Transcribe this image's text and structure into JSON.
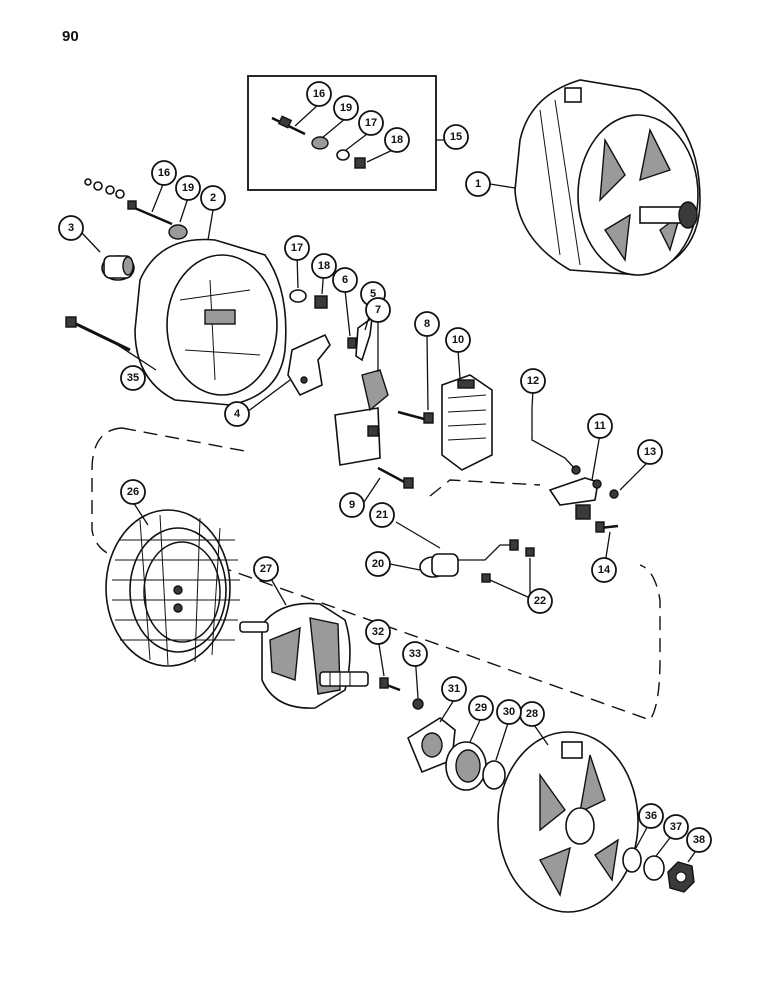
{
  "page_number": "90",
  "callouts": [
    {
      "id": "c1",
      "label": "1"
    },
    {
      "id": "c2",
      "label": "2"
    },
    {
      "id": "c3",
      "label": "3"
    },
    {
      "id": "c4",
      "label": "4"
    },
    {
      "id": "c5",
      "label": "5"
    },
    {
      "id": "c6",
      "label": "6"
    },
    {
      "id": "c7",
      "label": "7"
    },
    {
      "id": "c8",
      "label": "8"
    },
    {
      "id": "c9",
      "label": "9"
    },
    {
      "id": "c10",
      "label": "10"
    },
    {
      "id": "c11",
      "label": "11"
    },
    {
      "id": "c12",
      "label": "12"
    },
    {
      "id": "c13",
      "label": "13"
    },
    {
      "id": "c14",
      "label": "14"
    },
    {
      "id": "c15",
      "label": "15"
    },
    {
      "id": "c16a",
      "label": "16"
    },
    {
      "id": "c19a",
      "label": "19"
    },
    {
      "id": "c17a",
      "label": "17"
    },
    {
      "id": "c18a",
      "label": "18"
    },
    {
      "id": "c16b",
      "label": "16"
    },
    {
      "id": "c19b",
      "label": "19"
    },
    {
      "id": "c17b",
      "label": "17"
    },
    {
      "id": "c18b",
      "label": "18"
    },
    {
      "id": "c20",
      "label": "20"
    },
    {
      "id": "c21",
      "label": "21"
    },
    {
      "id": "c22",
      "label": "22"
    },
    {
      "id": "c26",
      "label": "26"
    },
    {
      "id": "c27",
      "label": "27"
    },
    {
      "id": "c28",
      "label": "28"
    },
    {
      "id": "c29",
      "label": "29"
    },
    {
      "id": "c30",
      "label": "30"
    },
    {
      "id": "c31",
      "label": "31"
    },
    {
      "id": "c32",
      "label": "32"
    },
    {
      "id": "c33",
      "label": "33"
    },
    {
      "id": "c35",
      "label": "35"
    },
    {
      "id": "c36",
      "label": "36"
    },
    {
      "id": "c37",
      "label": "37"
    },
    {
      "id": "c38",
      "label": "38"
    }
  ]
}
